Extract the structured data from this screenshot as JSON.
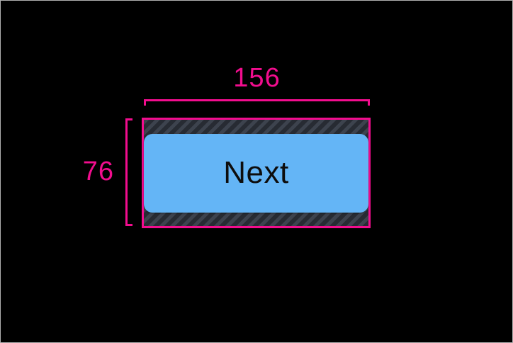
{
  "canvas": {
    "background": "#000000",
    "border_color": "#b0b0b0"
  },
  "annotations": {
    "width_label": "156",
    "height_label": "76",
    "color": "#f20d8e"
  },
  "touch_target": {
    "hatch_base": "#3d434e",
    "hatch_stripe": "#272b33"
  },
  "button": {
    "label": "Next",
    "fill": "#64b5f6",
    "text_color": "#0d0d0d"
  }
}
